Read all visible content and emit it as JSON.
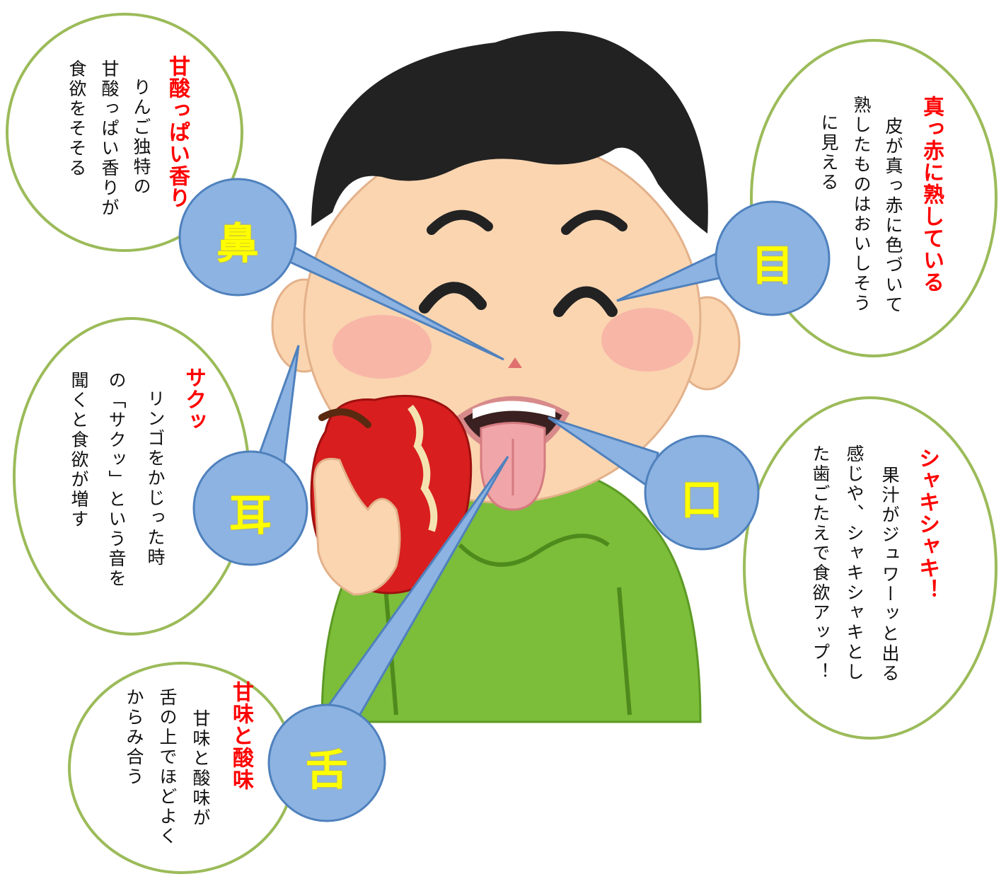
{
  "senses": {
    "nose": {
      "label": "鼻",
      "heading": "甘酸っぱい香り",
      "body": [
        "りんご独特の",
        "甘酸っぱい香りが",
        "食欲をそそる"
      ]
    },
    "eye": {
      "label": "目",
      "heading": "真っ赤に熟している",
      "body": [
        "皮が真っ赤に色づいて",
        "熟したものはおいしそう",
        "に見える"
      ]
    },
    "ear": {
      "label": "耳",
      "heading": "サクッ",
      "body": [
        "リンゴをかじった時",
        "の「サクッ」という音を",
        "聞くと食欲が増す"
      ]
    },
    "mouth": {
      "label": "口",
      "heading": "シャキシャキ！",
      "body": [
        "果汁がジュワーッと出る",
        "感じや、シャキシャキとし",
        "た歯ごたえで食欲アップ！"
      ]
    },
    "tongue": {
      "label": "舌",
      "heading": "甘味と酸味",
      "body": [
        "甘味と酸味が",
        "舌の上でほどよく",
        "からみ合う"
      ]
    }
  },
  "colors": {
    "bubble_border": "#9bbb59",
    "callout_fill": "#8db3e2",
    "callout_stroke": "#4f81bd",
    "heading_text": "#ff0000",
    "label_text": "#ffff00",
    "sweater": "#7cbd3a",
    "skin": "#fad5b0",
    "hair": "#222222",
    "apple": "#d81e1e"
  }
}
